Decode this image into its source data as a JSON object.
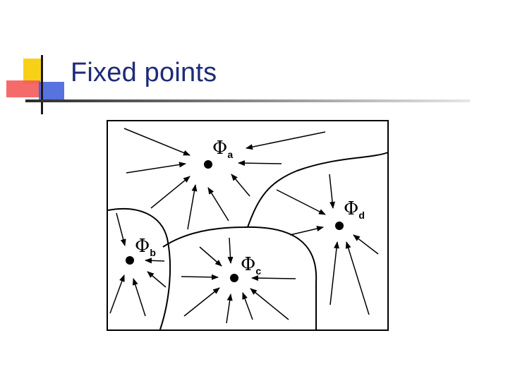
{
  "slide": {
    "title": "Fixed points"
  },
  "diagram": {
    "fixed_points": [
      {
        "id": "a",
        "symbol": "Φ",
        "subscript": "a"
      },
      {
        "id": "b",
        "symbol": "Φ",
        "subscript": "b"
      },
      {
        "id": "c",
        "symbol": "Φ",
        "subscript": "c"
      },
      {
        "id": "d",
        "symbol": "Φ",
        "subscript": "d"
      }
    ]
  },
  "colors": {
    "title": "#1e2b7a",
    "logo_yellow": "#f7d117",
    "logo_red": "#f24a4a",
    "logo_blue": "#3a5bd9",
    "stroke": "#000000"
  }
}
